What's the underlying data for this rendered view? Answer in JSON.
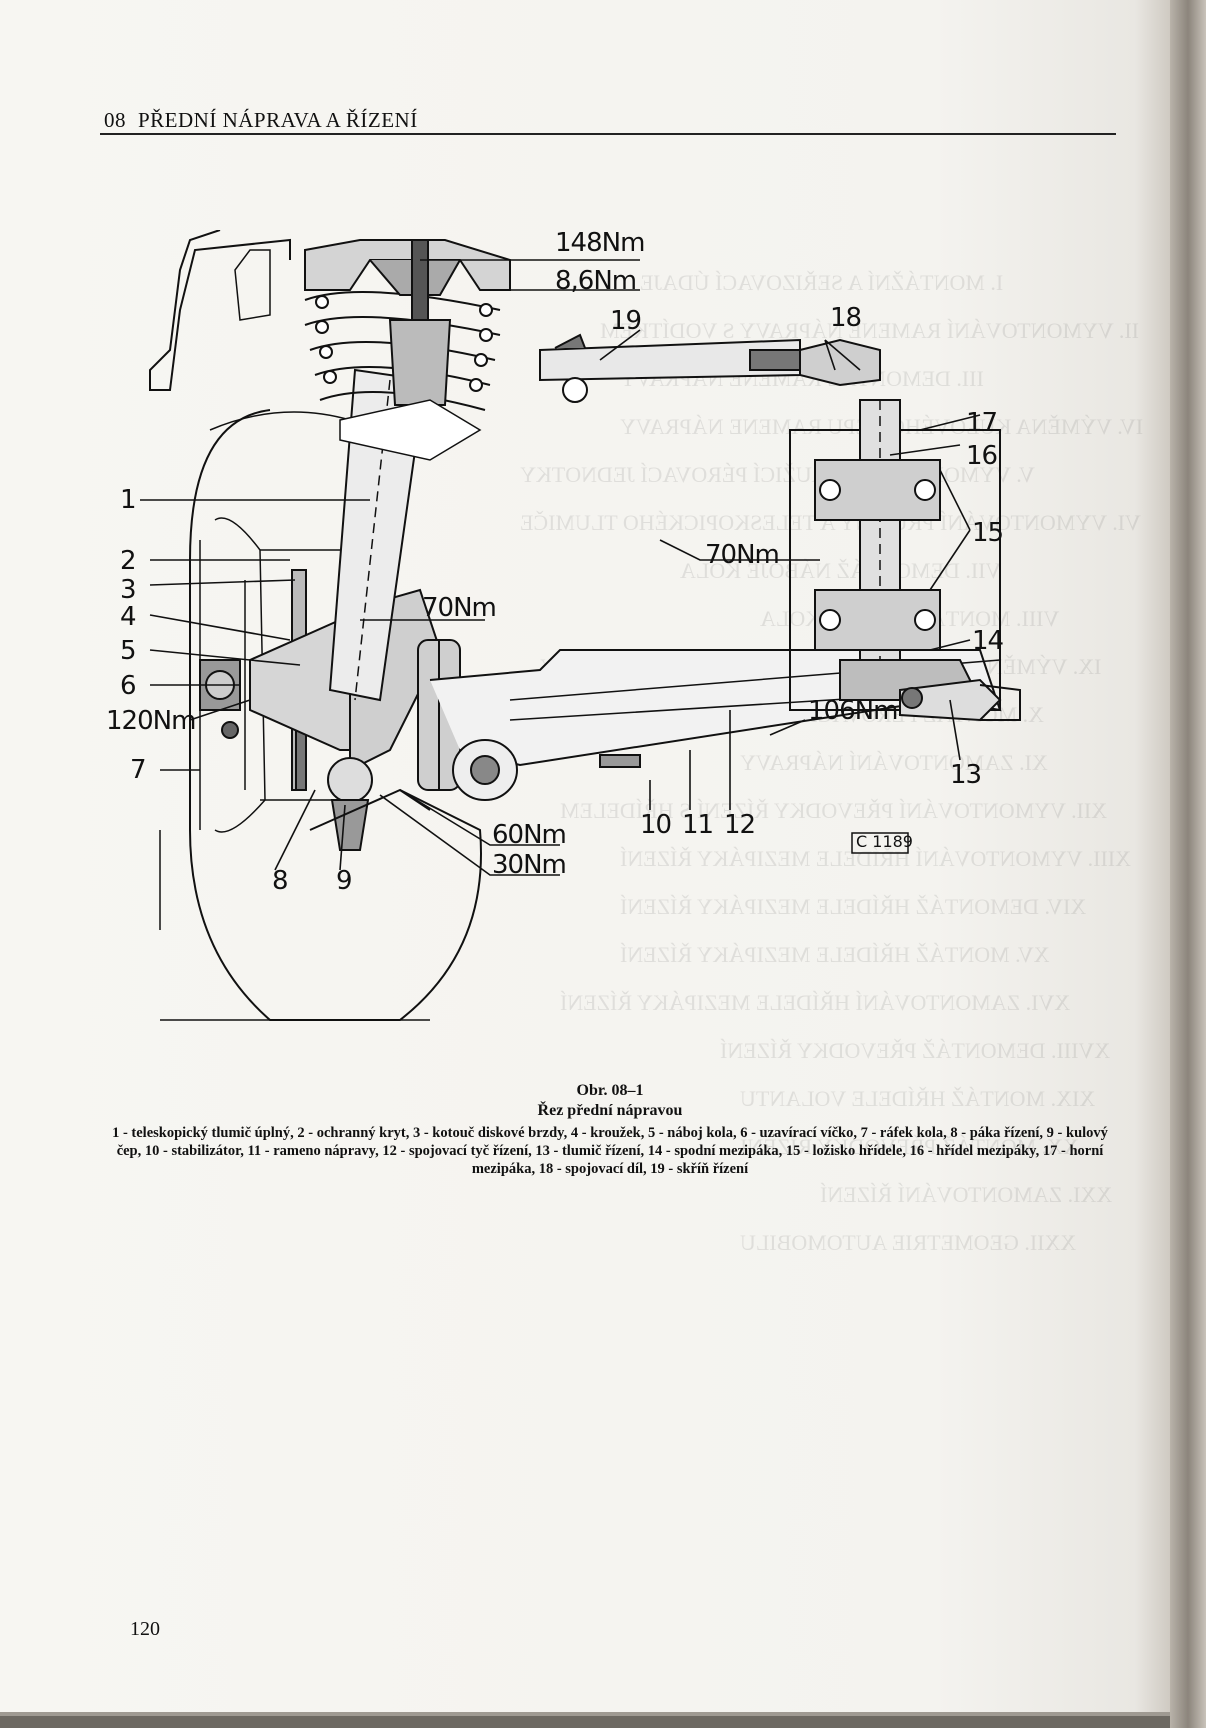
{
  "header": {
    "section_number": "08",
    "section_title": "PŘEDNÍ NÁPRAVA A ŘÍZENÍ"
  },
  "diagram": {
    "drawing_code": "C 1189",
    "torque_labels": {
      "t148": "148Nm",
      "t86": "8,6Nm",
      "t70_top": "70Nm",
      "t70_mid": "70Nm",
      "t120": "120Nm",
      "t106": "106Nm",
      "t60": "60Nm",
      "t30": "30Nm"
    },
    "part_numbers": {
      "p1": "1",
      "p2": "2",
      "p3": "3",
      "p4": "4",
      "p5": "5",
      "p6": "6",
      "p7": "7",
      "p8": "8",
      "p9": "9",
      "p10": "10",
      "p11": "11",
      "p12": "12",
      "p13": "13",
      "p14": "14",
      "p15": "15",
      "p16": "16",
      "p17": "17",
      "p18": "18",
      "p19": "19"
    }
  },
  "caption": {
    "figure": "Obr. 08–1",
    "title": "Řez přední nápravou",
    "legend": "1 - teleskopický tlumič úplný, 2 - ochranný kryt, 3 - kotouč diskové brzdy, 4 - kroužek, 5 - náboj kola, 6 - uzavírací víčko, 7 - ráfek kola, 8 - páka řízení, 9 - kulový čep, 10 - stabilizátor, 11 - rameno nápravy, 12 - spojovací tyč řízení, 13 - tlumič řízení, 14 - spodní mezipáka, 15 - ložisko hřídele, 16 - hřídel mezipáky, 17 - horní mezipáka, 18 - spojovací díl, 19 - skříň řízení"
  },
  "bleed_through": [
    "I. MONTÁŽNÍ A SEŘIZOVACÍ ÚDAJE",
    "II. VYMONTOVÁNÍ RAMENE NÁPRAVY S VODÍTKEM",
    "III. DEMONTÁŽ RAMENE NÁPRAVY",
    "IV. VÝMĚNA KULOVÉHO ČEPU RAMENE NÁPRAVY",
    "V. VYMONTOVÁNÍ PŘUŽICÍ PÉROVACÍ JEDNOTKY",
    "VI. VYMONTOVÁNÍ PRUŽINY A TELESKOPICKÉHO TLUMIČE",
    "VII. DEMONTÁŽ NÁBOJE KOLA",
    "VIII. MONTÁŽ NÁBOJE KOLA",
    "IX. VÝMĚNA HORNÍHO ZÁVĚSU PÉROVACÍ JEDNOTKY",
    "X. MONTÁŽ PÉROVACÍ JEDNOTKY",
    "XI. ZAMONTOVÁNÍ NÁPRAVY",
    "XII. VYMONTOVÁNÍ PŘEVODKY ŘÍZENÍ S HŘÍDELEM",
    "XIII. VYMONTOVÁNÍ HŘÍDELE MEZIPÁKY ŘÍZENÍ",
    "XIV. DEMONTÁŽ HŘÍDELE MEZIPÁKY ŘÍZENÍ",
    "XV. MONTÁŽ HŘÍDELE MEZIPÁKY ŘÍZENÍ",
    "XVI. ZAMONTOVÁNÍ HŘÍDELE MEZIPÁKY ŘÍZENÍ",
    "XVIII. DEMONTÁŽ PŘEVODKY ŘÍZENÍ",
    "XIX. MONTÁŽ HŘÍDELE VOLANTU",
    "XX. MONTÁŽ PŘEVODKY ŘÍZENÍ",
    "XXI. ZAMONTOVÁNÍ ŘÍZENÍ",
    "XXII. GEOMETRIE AUTOMOBILU"
  ],
  "page_number": "120"
}
